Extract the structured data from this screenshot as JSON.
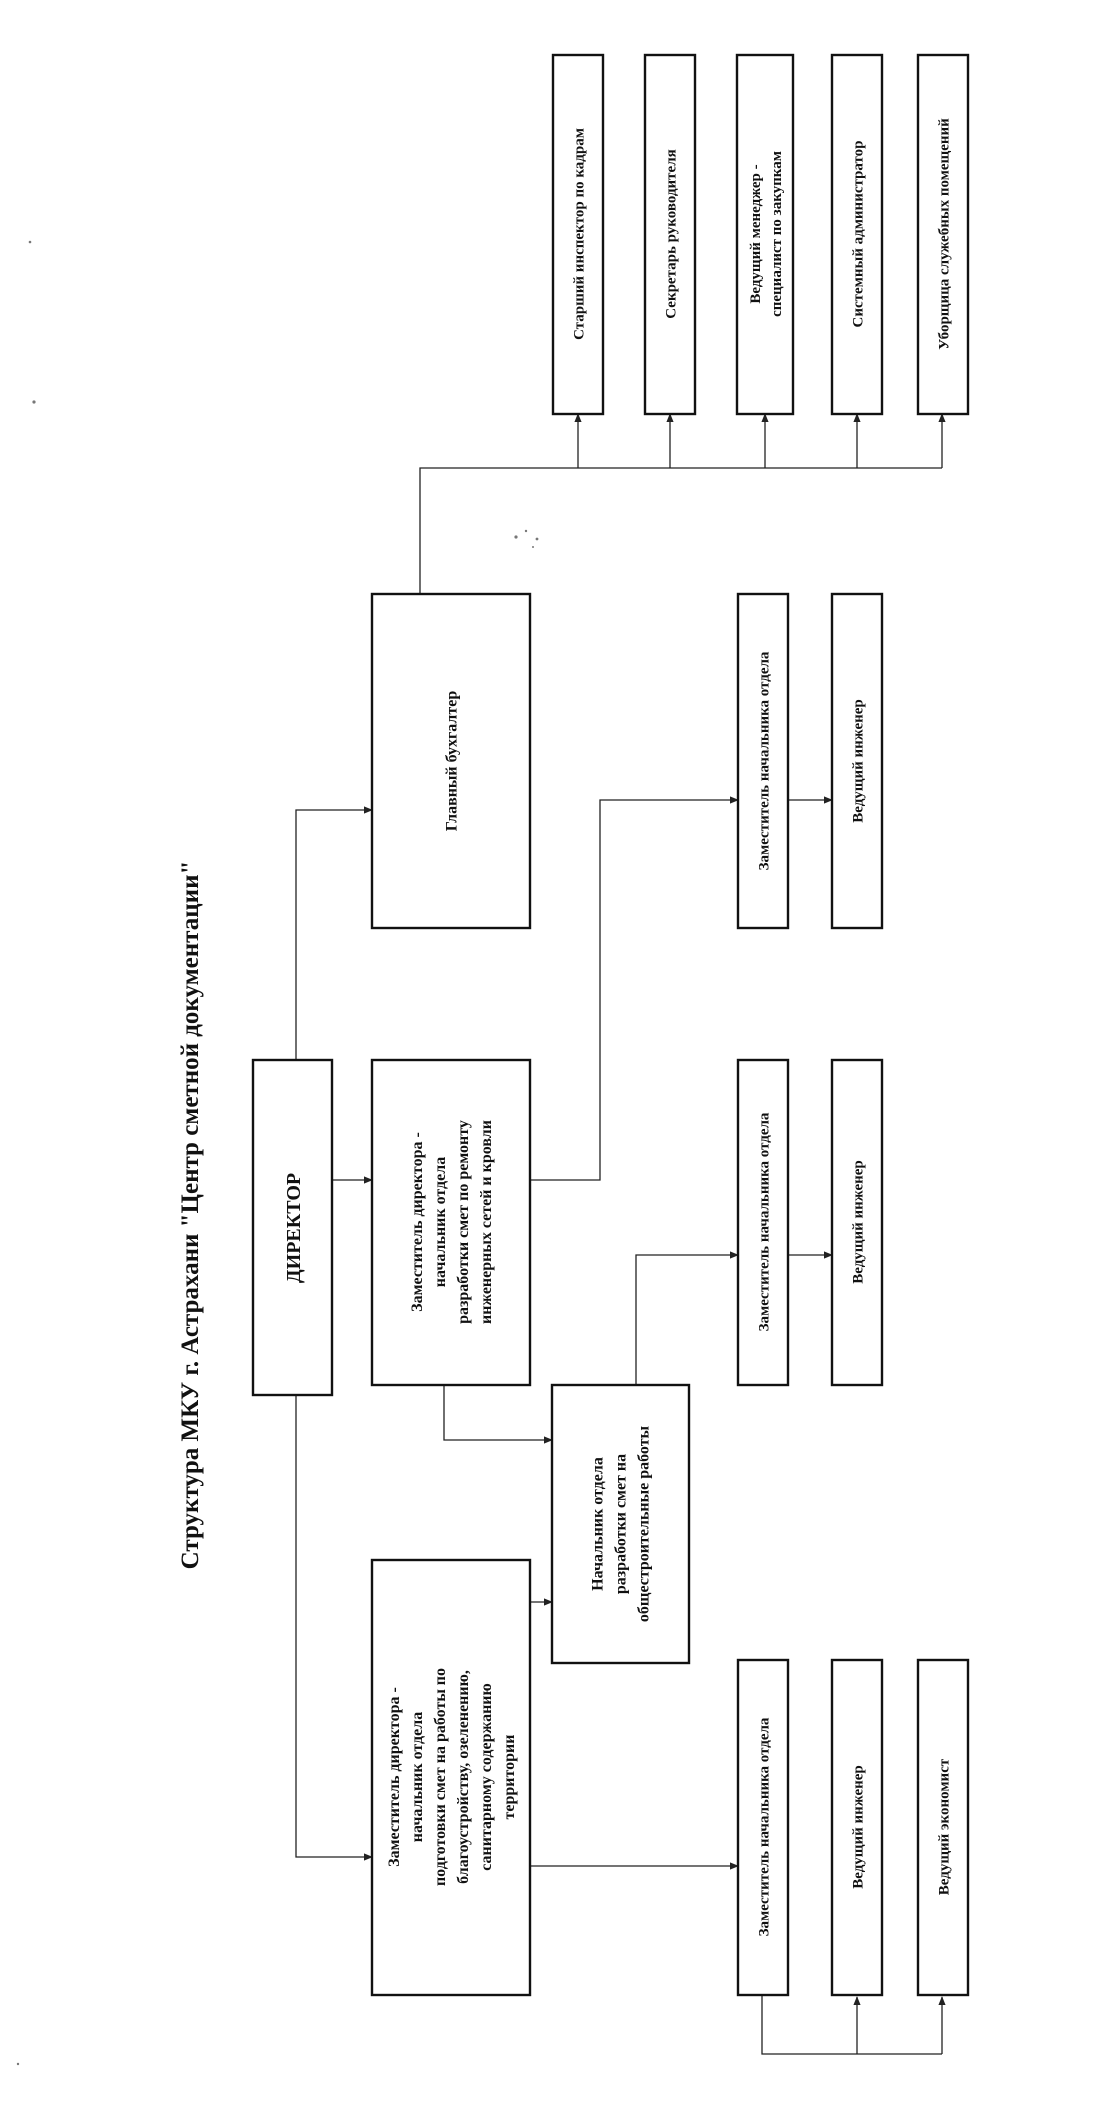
{
  "title": "Структура МКУ г. Астрахани \"Центр сметной документации\"",
  "colors": {
    "ink": "#111111",
    "paper": "#ffffff"
  },
  "nodes": {
    "director": [
      "ДИРЕКТОР"
    ],
    "deputy_repair": [
      "Заместитель директора -",
      "начальник отдела",
      "разработки смет по ремонту",
      "инженерных сетей и кровли"
    ],
    "deputy_improvement": [
      "Заместитель директора -",
      "начальник отдела",
      "подготовки смет на работы по",
      "благоустройству, озеленению,",
      "санитарному содержанию",
      "территории"
    ],
    "chief_accountant": [
      "Главный бухгалтер"
    ],
    "head_general": [
      "Начальник отдела",
      "разработки смет на",
      "общестроительные работы"
    ],
    "dep_head_repair": [
      "Заместитель начальника отдела"
    ],
    "engineer_repair": [
      "Ведущий инженер"
    ],
    "dep_head_general": [
      "Заместитель начальника отдела"
    ],
    "engineer_general": [
      "Ведущий инженер"
    ],
    "dep_head_improvement": [
      "Заместитель начальника отдела"
    ],
    "engineer_improvement": [
      "Ведущий инженер"
    ],
    "economist_improvement": [
      "Ведущий экономист"
    ],
    "hr_inspector": [
      "Старший инспектор по кадрам"
    ],
    "secretary": [
      "Секретарь руководителя"
    ],
    "procurement": [
      "Ведущий менеджер -",
      "специалист по закупкам"
    ],
    "sysadmin": [
      "Системный администратор"
    ],
    "cleaner": [
      "Уборщица служебных помещений"
    ]
  }
}
